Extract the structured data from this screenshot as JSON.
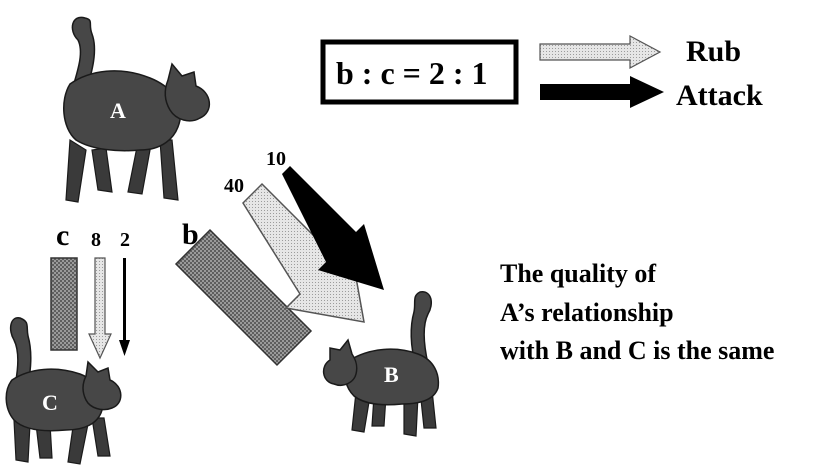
{
  "cats": {
    "a": {
      "label": "A"
    },
    "b": {
      "label": "B"
    },
    "c": {
      "label": "C"
    }
  },
  "legend": {
    "ratio": "b : c = 2 : 1",
    "rub_label": "Rub",
    "attack_label": "Attack"
  },
  "to_c": {
    "letter": "c",
    "rub_count": "8",
    "attack_count": "2"
  },
  "to_b": {
    "letter": "b",
    "rub_count": "40",
    "attack_count": "10"
  },
  "description": {
    "line1": "The quality of",
    "line2": "A’s relationship",
    "line3": "with B and C is the same"
  },
  "colors": {
    "cat": "#474747",
    "rub_arrow": "#d9d9d9",
    "attack_arrow": "#000000",
    "relationship_bar": "#8c8c8c"
  }
}
